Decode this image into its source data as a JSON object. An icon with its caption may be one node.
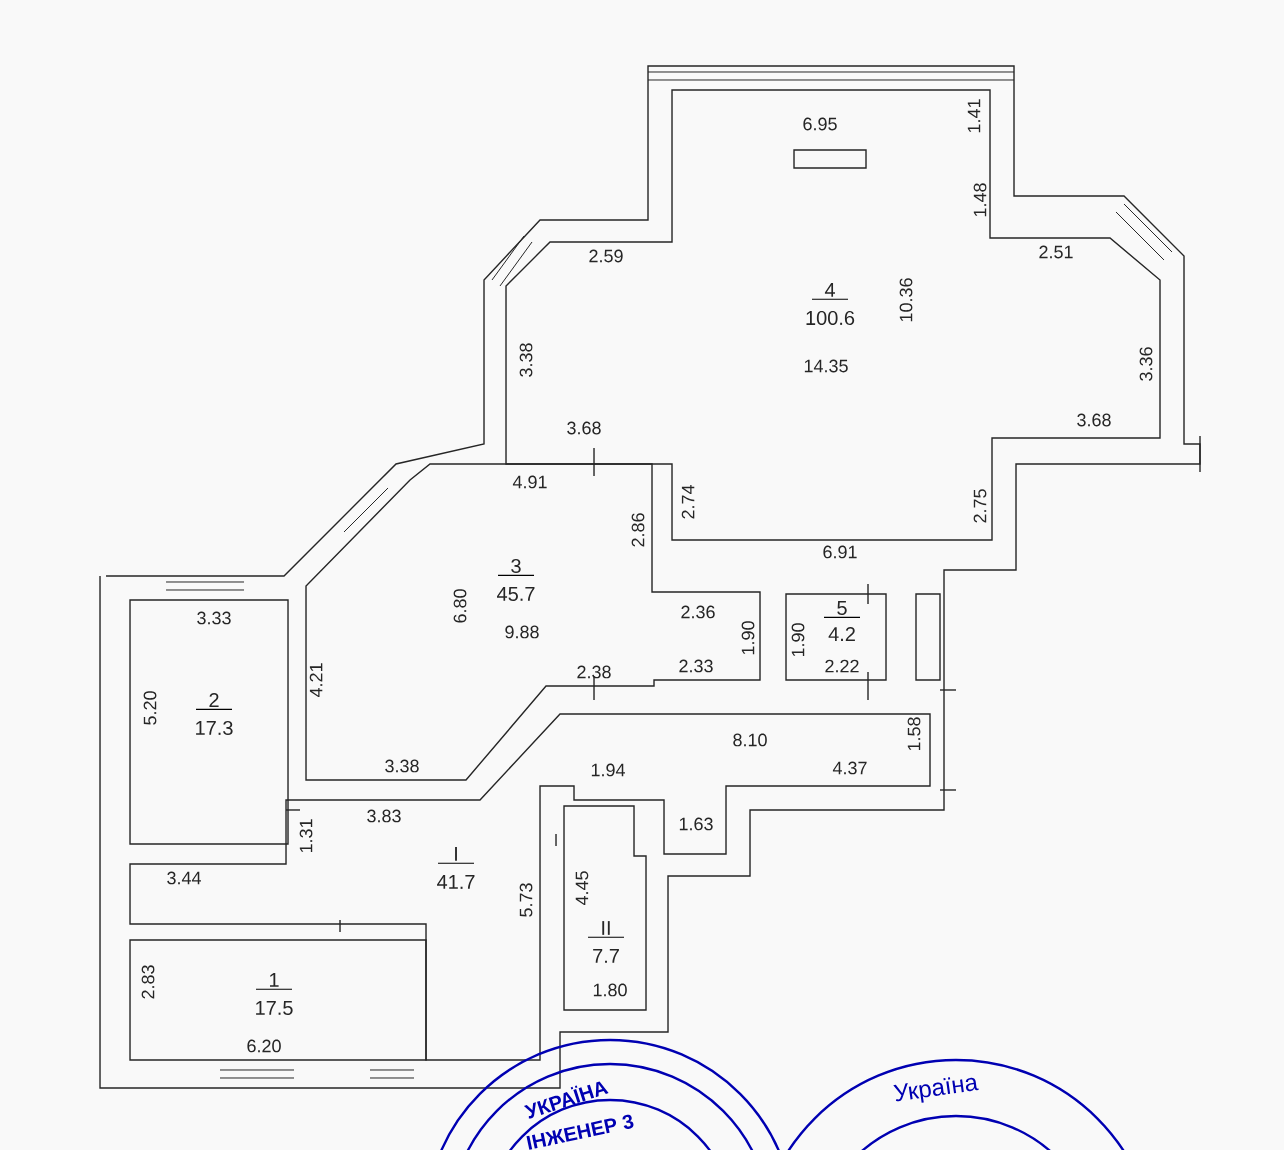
{
  "diagram": {
    "labels": [
      "6.95",
      "1.41",
      "1.48",
      "2.59",
      "2.51",
      "4",
      "100.6",
      "10.36",
      "14.35",
      "3.38",
      "3.36",
      "3.68",
      "3.68",
      "4.91",
      "2.86",
      "2.74",
      "2.75",
      "6.91",
      "3",
      "45.7",
      "6.80",
      "9.88",
      "2.36",
      "1.90",
      "1.90",
      "5",
      "4.2",
      "2.33",
      "2.22",
      "2.38",
      "3.33",
      "2",
      "17.3",
      "5.20",
      "4.21",
      "3.38",
      "8.10",
      "1.94",
      "4.37",
      "1.58",
      "1.31",
      "3.83",
      "1.63",
      "3.44",
      "I",
      "41.7",
      "5.73",
      "4.45",
      "II",
      "7.7",
      "2.83",
      "1",
      "17.5",
      "1.80",
      "6.20",
      "УКРАЇНА",
      "ІНЖЕНЕР 3",
      "Україна"
    ]
  }
}
